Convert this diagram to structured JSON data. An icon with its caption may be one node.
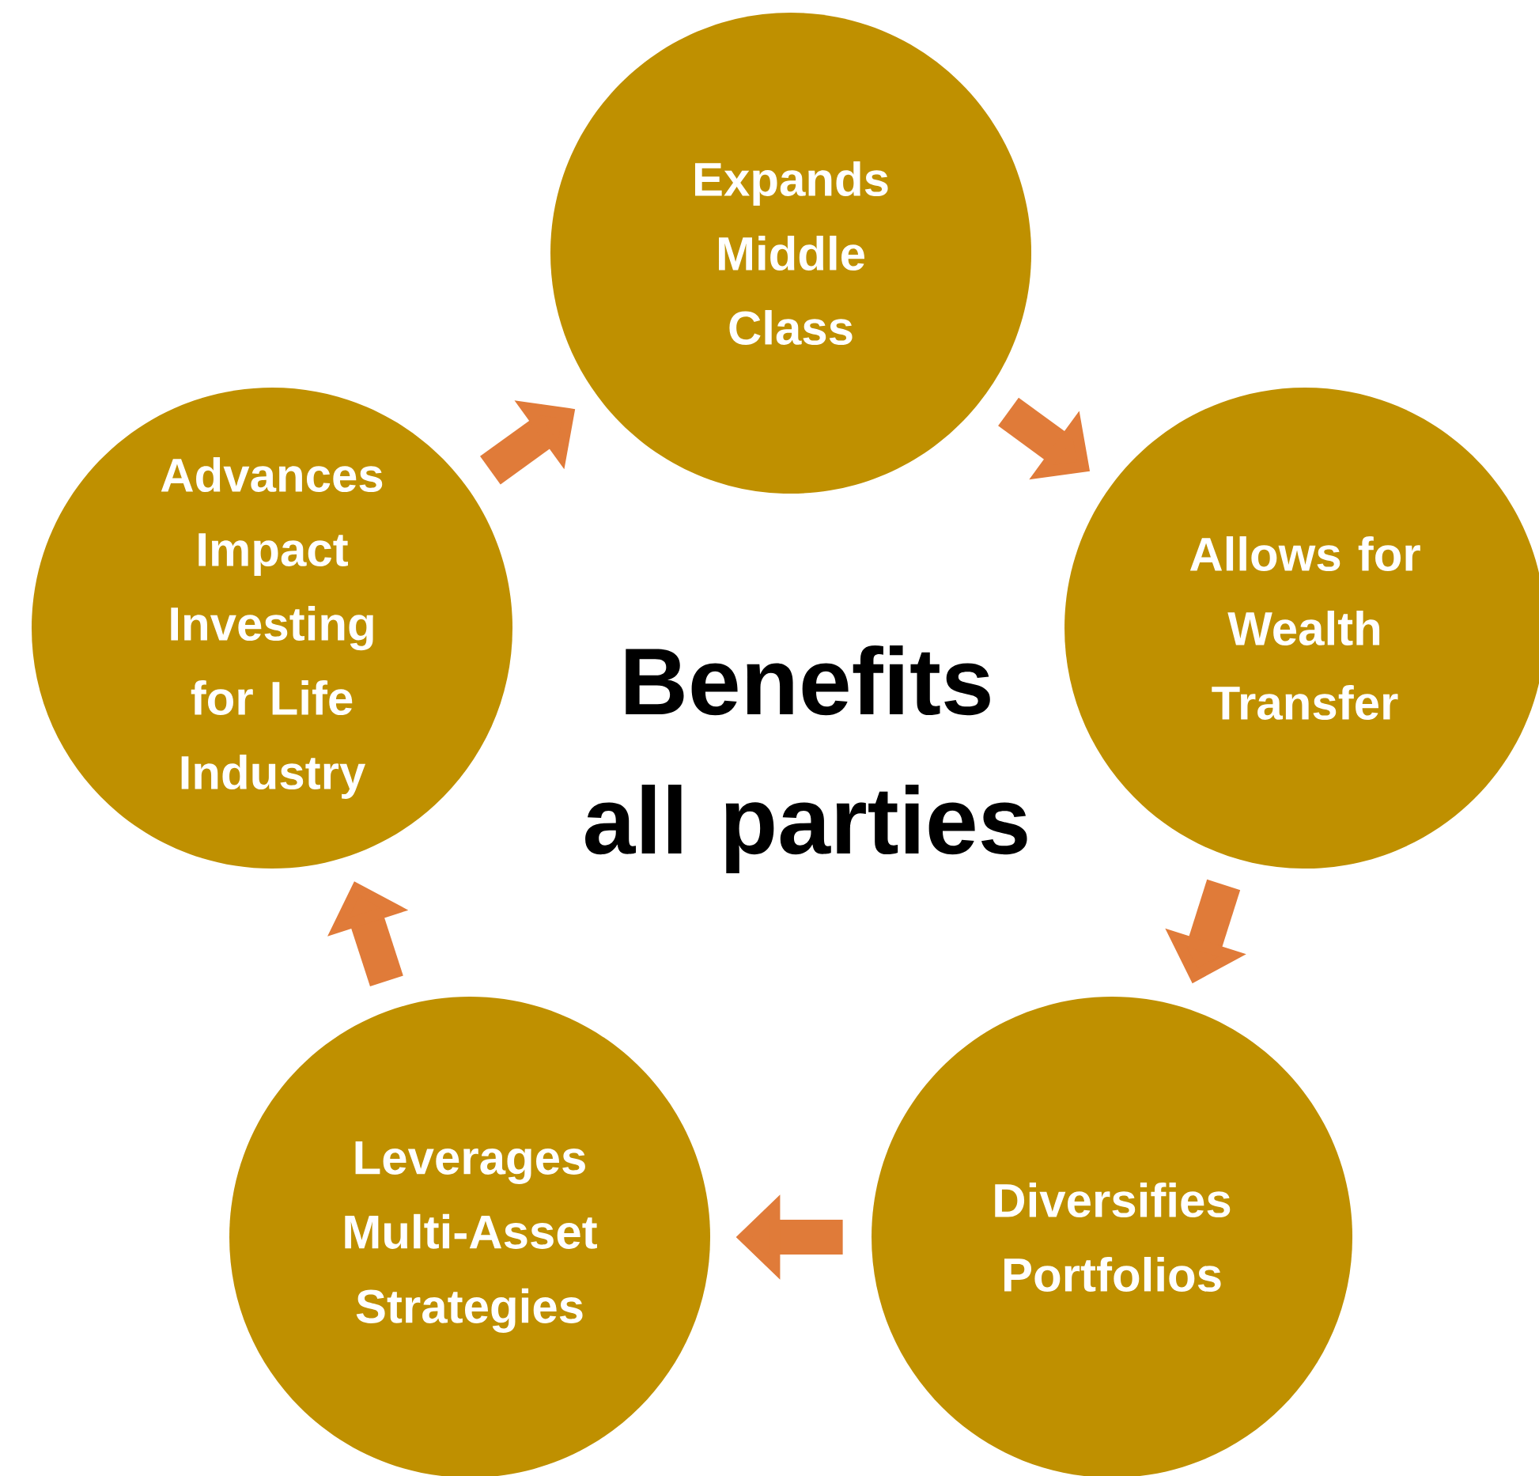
{
  "diagram": {
    "title": "Benefits all parties",
    "nodes": [
      {
        "text": [
          "Expands Middle Class"
        ]
      },
      {
        "text": [
          "Allows for Wealth Transfer"
        ]
      },
      {
        "text": [
          "Diversifies Portfolios"
        ]
      },
      {
        "text": [
          "Leverages Multi-Asset Strategies"
        ]
      },
      {
        "text": [
          "Advances Impact Investing for Life Industry"
        ]
      }
    ],
    "edges": [
      {
        "from": 0,
        "to": 1,
        "arrow": "to"
      },
      {
        "from": 1,
        "to": 2,
        "arrow": "to"
      },
      {
        "from": 2,
        "to": 3,
        "arrow": "to"
      },
      {
        "from": 3,
        "to": 4,
        "arrow": "to"
      },
      {
        "from": 4,
        "to": 0,
        "arrow": "to"
      }
    ]
  }
}
